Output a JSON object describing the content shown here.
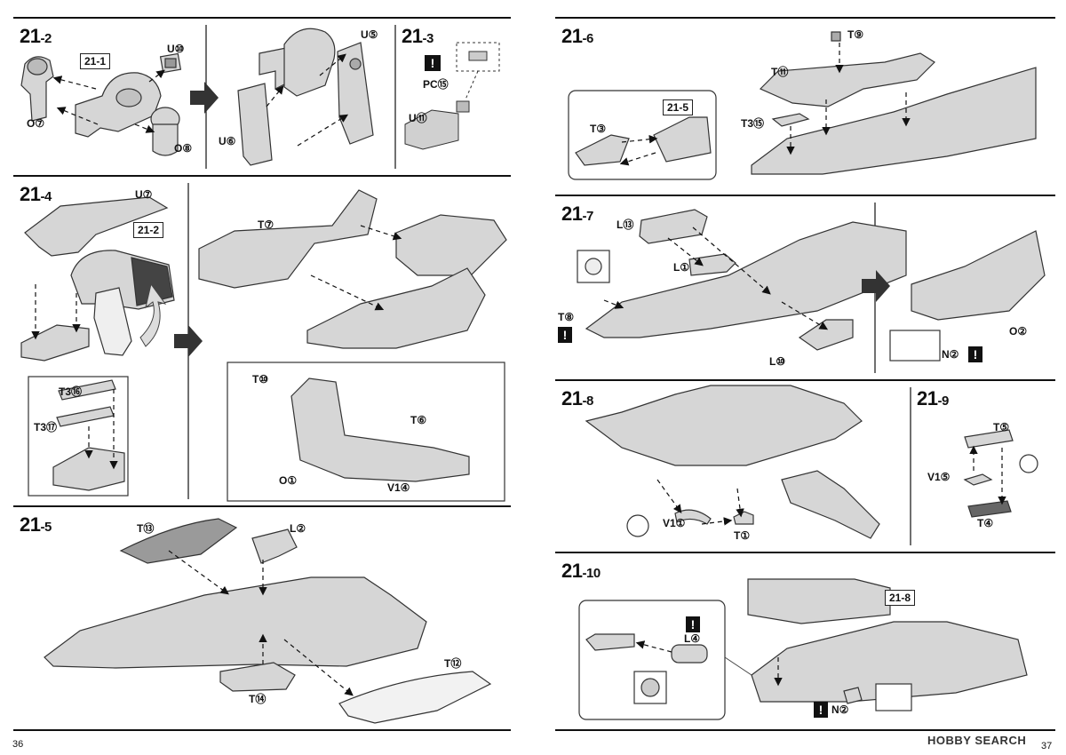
{
  "left_page": {
    "page_number": "36",
    "steps": [
      {
        "number": "21",
        "sub": "-2",
        "parts": [
          "21-1",
          "U⑩",
          "O⑦",
          "O⑧",
          "U⑤",
          "U⑥"
        ]
      },
      {
        "number": "21",
        "sub": "-3",
        "parts": [
          "PC⑮",
          "U⑪"
        ]
      },
      {
        "number": "21",
        "sub": "-4",
        "parts": [
          "U⑦",
          "21-2",
          "T3⑯",
          "T3⑰",
          "T⑦",
          "T⑩",
          "T⑥",
          "O①",
          "V1④"
        ]
      },
      {
        "number": "21",
        "sub": "-5",
        "parts": [
          "T⑬",
          "L②",
          "T⑭",
          "T⑫"
        ]
      }
    ]
  },
  "right_page": {
    "page_number": "37",
    "steps": [
      {
        "number": "21",
        "sub": "-6",
        "parts": [
          "T⑨",
          "T⑪",
          "21-5",
          "T③",
          "T3⑮"
        ]
      },
      {
        "number": "21",
        "sub": "-7",
        "parts": [
          "L⑬",
          "L①",
          "T⑧",
          "L⑩",
          "O②",
          "N②"
        ]
      },
      {
        "number": "21",
        "sub": "-8",
        "parts": [
          "V1①",
          "T①"
        ]
      },
      {
        "number": "21",
        "sub": "-9",
        "parts": [
          "T⑤",
          "V1⑤",
          "T④"
        ]
      },
      {
        "number": "21",
        "sub": "-10",
        "parts": [
          "21-8",
          "L④",
          "N②"
        ]
      }
    ]
  },
  "watermark": "HOBBY SEARCH"
}
